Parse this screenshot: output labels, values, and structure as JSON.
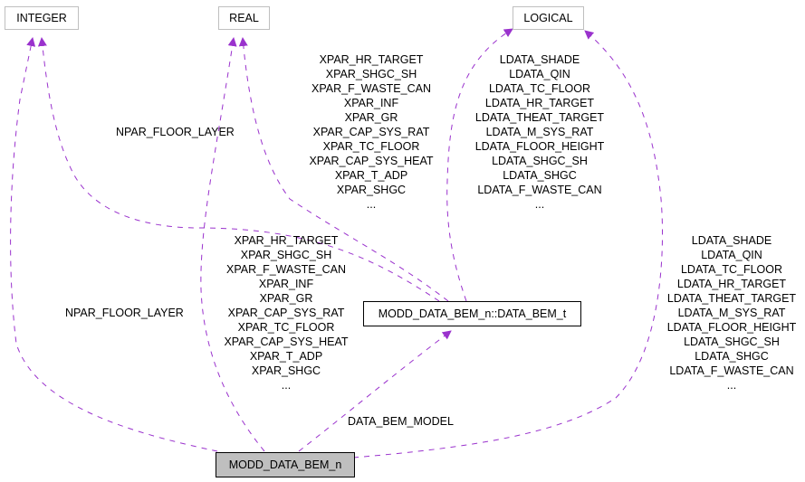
{
  "diagram": {
    "edge_color": "#9a32cd",
    "nodes": {
      "integer": "INTEGER",
      "real": "REAL",
      "logical": "LOGICAL",
      "data_bem_t": "MODD_DATA_BEM_n::DATA_BEM_t",
      "modd_data_bem_n": "MODD_DATA_BEM_n"
    },
    "edge_labels": {
      "integer_from_t": [
        "NPAR_FLOOR_LAYER"
      ],
      "integer_from_module": [
        "NPAR_FLOOR_LAYER"
      ],
      "real_from_t": [
        "XPAR_HR_TARGET",
        "XPAR_SHGC_SH",
        "XPAR_F_WASTE_CAN",
        "XPAR_INF",
        "XPAR_GR",
        "XPAR_CAP_SYS_RAT",
        "XPAR_TC_FLOOR",
        "XPAR_CAP_SYS_HEAT",
        "XPAR_T_ADP",
        "XPAR_SHGC",
        "..."
      ],
      "real_from_module": [
        "XPAR_HR_TARGET",
        "XPAR_SHGC_SH",
        "XPAR_F_WASTE_CAN",
        "XPAR_INF",
        "XPAR_GR",
        "XPAR_CAP_SYS_RAT",
        "XPAR_TC_FLOOR",
        "XPAR_CAP_SYS_HEAT",
        "XPAR_T_ADP",
        "XPAR_SHGC",
        "..."
      ],
      "logical_from_t": [
        "LDATA_SHADE",
        "LDATA_QIN",
        "LDATA_TC_FLOOR",
        "LDATA_HR_TARGET",
        "LDATA_THEAT_TARGET",
        "LDATA_M_SYS_RAT",
        "LDATA_FLOOR_HEIGHT",
        "LDATA_SHGC_SH",
        "LDATA_SHGC",
        "LDATA_F_WASTE_CAN",
        "..."
      ],
      "logical_from_module": [
        "LDATA_SHADE",
        "LDATA_QIN",
        "LDATA_TC_FLOOR",
        "LDATA_HR_TARGET",
        "LDATA_THEAT_TARGET",
        "LDATA_M_SYS_RAT",
        "LDATA_FLOOR_HEIGHT",
        "LDATA_SHGC_SH",
        "LDATA_SHGC",
        "LDATA_F_WASTE_CAN",
        "..."
      ],
      "data_bem_t_from_module": [
        "DATA_BEM_MODEL"
      ]
    }
  }
}
